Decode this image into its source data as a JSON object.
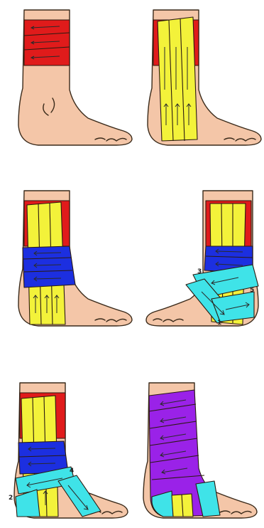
{
  "colors": {
    "skin": "#f4c6a8",
    "red": "#e01b1b",
    "yellow": "#f3f23a",
    "blue": "#1c2fe0",
    "cyan": "#3fe3e8",
    "purple": "#9a22e8",
    "outline": "#3a2a1a"
  },
  "panels": [
    {
      "name": "step-1",
      "layers": [
        "red"
      ]
    },
    {
      "name": "step-2",
      "layers": [
        "red",
        "yellow"
      ]
    },
    {
      "name": "step-3",
      "layers": [
        "red",
        "yellow",
        "blue"
      ]
    },
    {
      "name": "step-4",
      "layers": [
        "red",
        "yellow",
        "blue",
        "cyan"
      ]
    },
    {
      "name": "step-5",
      "layers": [
        "red",
        "yellow",
        "blue",
        "cyan"
      ]
    },
    {
      "name": "step-6",
      "layers": [
        "purple",
        "cyan",
        "yellow"
      ]
    }
  ],
  "labels": {
    "p4_top": "3",
    "p4_right": "5",
    "p4_bottom": "1",
    "p5_right": "4",
    "p5_left": "2"
  }
}
